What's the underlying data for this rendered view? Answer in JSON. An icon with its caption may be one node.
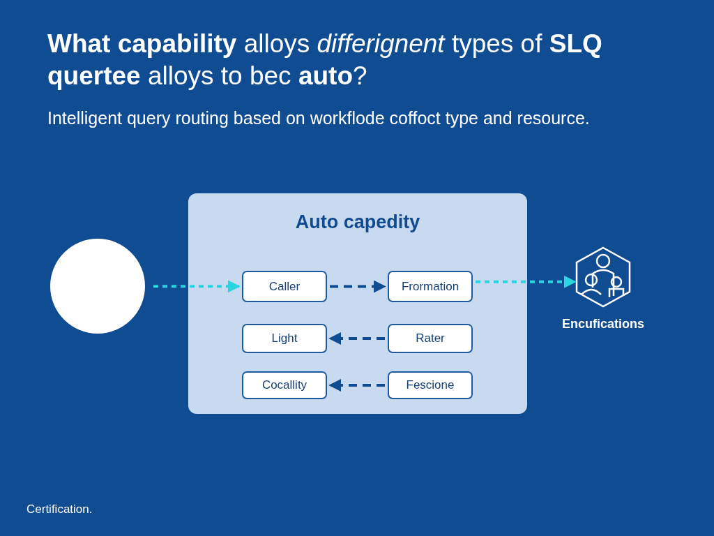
{
  "diagram": {
    "title": "**What capability** alloys *differignent* types of **SLQ quertee** alloys to bec **auto**?",
    "nodes": [
      {
        "text": [],
        "shape": "circle"
      },
      {
        "text": [
          "Auto capedity"
        ]
      },
      {
        "text": [
          "Caller"
        ],
        "in": 1
      },
      {
        "text": [
          "Frormation"
        ],
        "in": 1
      },
      {
        "text": [
          "Light"
        ],
        "in": 1
      },
      {
        "text": [
          "Rater"
        ],
        "in": 1
      },
      {
        "text": [
          "Cocallity"
        ],
        "in": 1
      },
      {
        "text": [
          "Fescione"
        ],
        "in": 1
      },
      {
        "text": [
          "Encufications"
        ]
      }
    ],
    "edges": [
      {
        "from": 0,
        "to": 2,
        "arrow": "to",
        "style": "dashed",
        "color": "#2ad4e0"
      },
      {
        "from": 2,
        "to": 3,
        "arrow": "to",
        "style": "dashed"
      },
      {
        "from": 5,
        "to": 4,
        "arrow": "to",
        "style": "dashed"
      },
      {
        "from": 7,
        "to": 6,
        "arrow": "to",
        "style": "dashed"
      },
      {
        "from": 3,
        "to": 8,
        "arrow": "to",
        "style": "dashed",
        "color": "#2ad4e0"
      }
    ],
    "labels": [
      "Intelligent query routing based on workflode coffoct type and resource.",
      "Certification."
    ]
  }
}
